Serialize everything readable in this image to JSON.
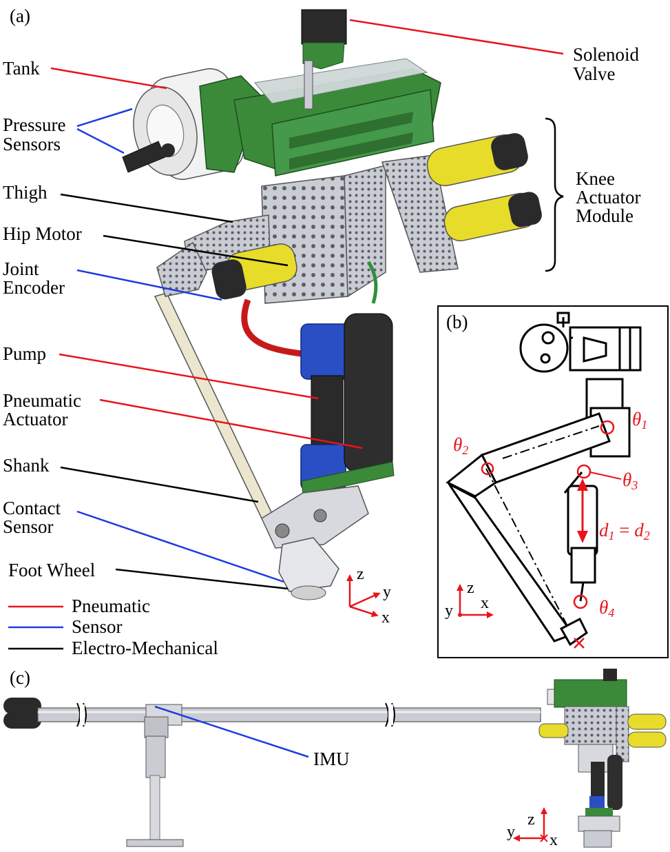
{
  "panels": {
    "a": "(a)",
    "b": "(b)",
    "c": "(c)"
  },
  "labels": {
    "tank": "Tank",
    "pressure_sensors": [
      "Pressure",
      "Sensors"
    ],
    "thigh": "Thigh",
    "hip_motor": "Hip Motor",
    "joint_encoder": [
      "Joint",
      "Encoder"
    ],
    "pump": "Pump",
    "pneumatic_actuator": [
      "Pneumatic",
      "Actuator"
    ],
    "shank": "Shank",
    "contact_sensor": [
      "Contact",
      "Sensor"
    ],
    "foot_wheel": "Foot Wheel",
    "solenoid_valve": [
      "Solenoid",
      "Valve"
    ],
    "knee_actuator_module": [
      "Knee",
      "Actuator",
      "Module"
    ],
    "imu": "IMU"
  },
  "legend": [
    {
      "label": "Pneumatic",
      "color": "#e8141c"
    },
    {
      "label": "Sensor",
      "color": "#1f3be0"
    },
    {
      "label": "Electro-Mechanical",
      "color": "#000000"
    }
  ],
  "axes": {
    "z": "z",
    "y": "y",
    "x": "x"
  },
  "math": {
    "theta1_sym": "θ",
    "theta1_sub": "1",
    "theta2_sym": "θ",
    "theta2_sub": "2",
    "theta3_sym": "θ",
    "theta3_sub": "3",
    "theta4_sym": "θ",
    "theta4_sub": "4",
    "d1": "d",
    "d1_sub": "1",
    "eq": " = ",
    "d2": "d",
    "d2_sub": "2"
  },
  "colors": {
    "pneumatic": "#e8141c",
    "sensor": "#1f3be0",
    "electro_mechanical": "#000000",
    "green_body": "#3a8a3a",
    "yellow_motor": "#e8dc2a",
    "blue_part": "#2a4fc4",
    "grey_metal": "#b8bcc4",
    "dark_part": "#2a2a2a"
  }
}
